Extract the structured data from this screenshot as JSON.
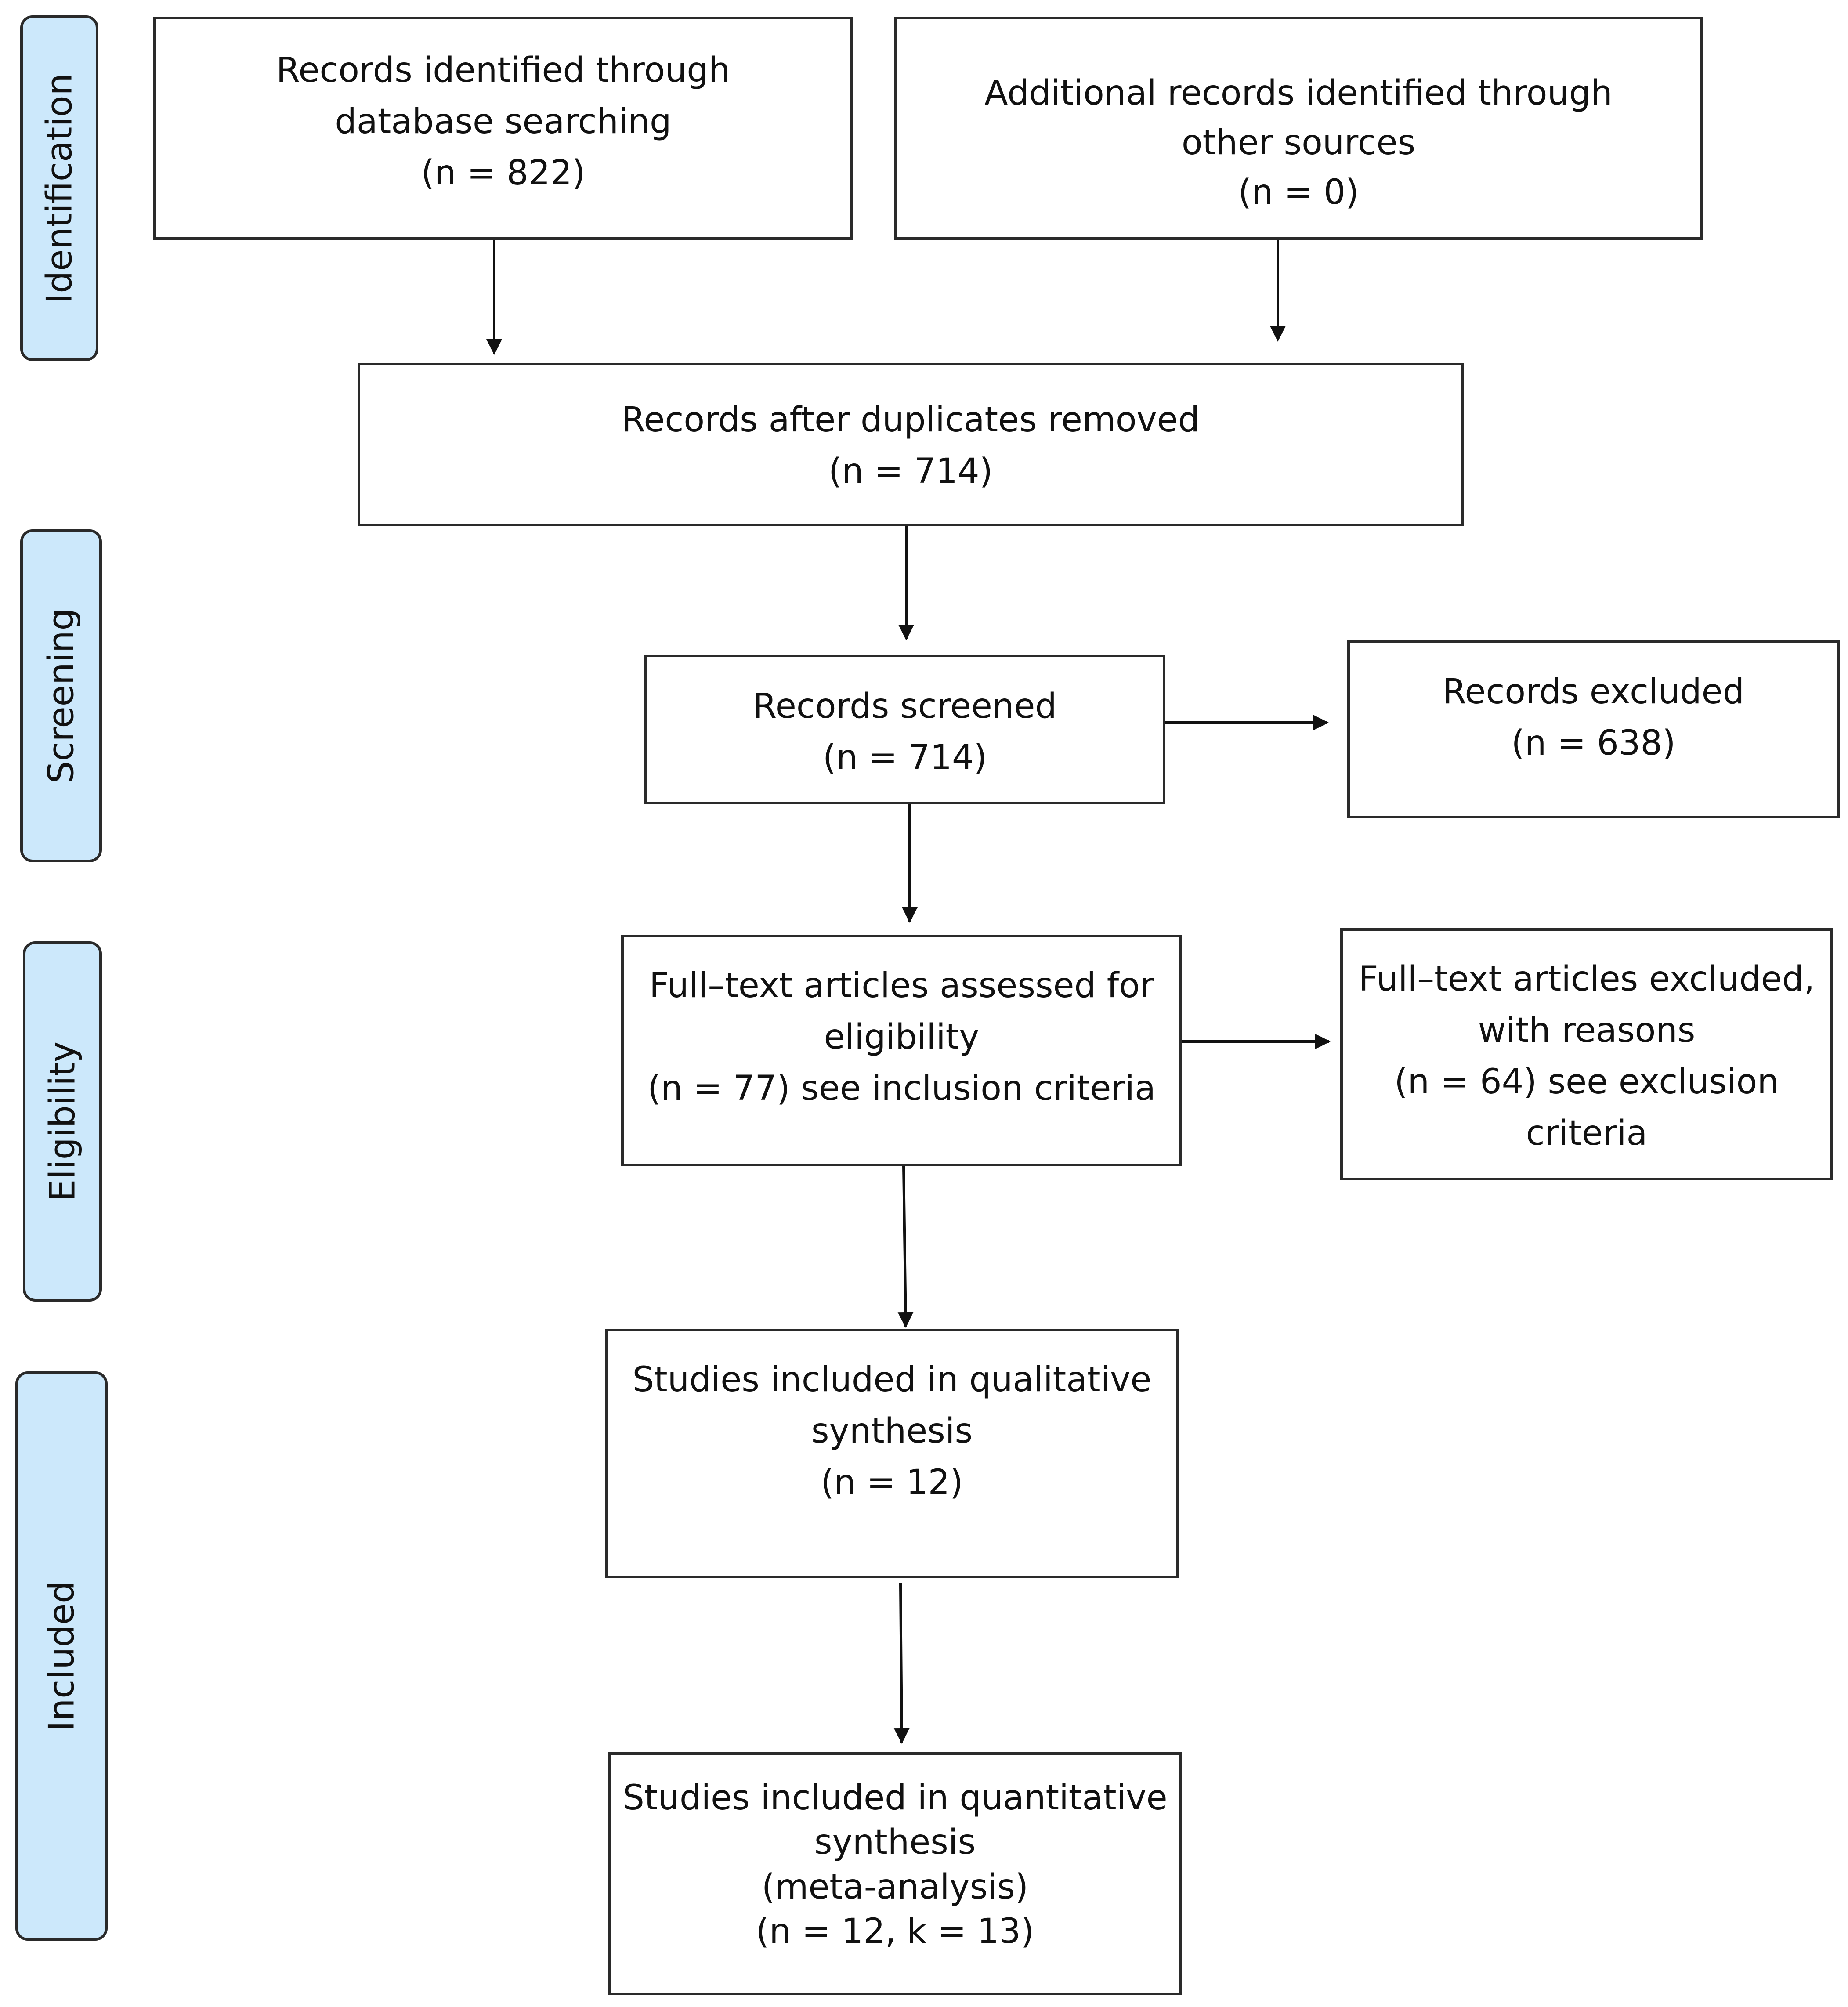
{
  "phases": {
    "identification": "Identification",
    "screening": "Screening",
    "eligibility": "Eligibility",
    "included": "Included"
  },
  "boxes": {
    "database_records": {
      "line1": "Records identified through",
      "line2": "database searching",
      "line3": "(n = 822)"
    },
    "additional_records": {
      "line1": "Additional records identified through",
      "line2": "other sources",
      "line3": "(n = 0)"
    },
    "duplicates_removed": {
      "line1": "Records after duplicates removed",
      "line2": "(n = 714)"
    },
    "records_screened": {
      "line1": "Records screened",
      "line2": "(n = 714)"
    },
    "records_excluded": {
      "line1": "Records excluded",
      "line2": "(n = 638)"
    },
    "fulltext_assessed": {
      "line1": "Full–text articles assessed for",
      "line2": "eligibility",
      "line3": "(n = 77) see inclusion criteria"
    },
    "fulltext_excluded": {
      "line1": "Full–text articles excluded,",
      "line2": "with reasons",
      "line3": "(n = 64) see exclusion",
      "line4": "criteria"
    },
    "qualitative": {
      "line1": "Studies included in qualitative",
      "line2": "synthesis",
      "line3": "(n = 12)"
    },
    "quantitative": {
      "line1": "Studies included in quantitative",
      "line2": "synthesis",
      "line3": "(meta-analysis)",
      "line4": "(n = 12, k = 13)"
    }
  }
}
